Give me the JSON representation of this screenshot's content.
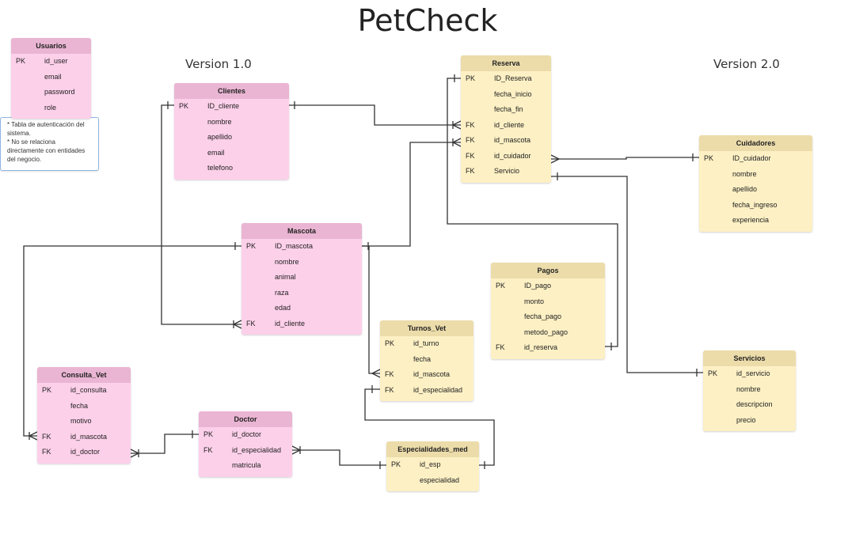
{
  "title": "PetCheck",
  "version_1": "Version 1.0",
  "version_2": "Version 2.0",
  "note_lines": [
    "* Tabla de autenticación del sistema.",
    "* No se relaciona directamente con entidades del negocio."
  ],
  "colors": {
    "pink_body": "#fdd0ea",
    "pink_header": "#eab5d3",
    "yellow_body": "#fdf0c4",
    "yellow_header": "#ecdcaa",
    "line": "#333333"
  },
  "entities": {
    "usuarios": {
      "name": "Usuarios",
      "rows": [
        {
          "key": "PK",
          "field": "id_user"
        },
        {
          "key": "",
          "field": "email"
        },
        {
          "key": "",
          "field": "password"
        },
        {
          "key": "",
          "field": "role"
        }
      ]
    },
    "clientes": {
      "name": "Clientes",
      "rows": [
        {
          "key": "PK",
          "field": "ID_cliente"
        },
        {
          "key": "",
          "field": "nombre"
        },
        {
          "key": "",
          "field": "apellido"
        },
        {
          "key": "",
          "field": "email"
        },
        {
          "key": "",
          "field": "telefono"
        }
      ]
    },
    "mascota": {
      "name": "Mascota",
      "rows": [
        {
          "key": "PK",
          "field": "ID_mascota"
        },
        {
          "key": "",
          "field": "nombre"
        },
        {
          "key": "",
          "field": "animal"
        },
        {
          "key": "",
          "field": "raza"
        },
        {
          "key": "",
          "field": "edad"
        },
        {
          "key": "FK",
          "field": "id_cliente"
        }
      ]
    },
    "consulta_vet": {
      "name": "Consulta_Vet",
      "rows": [
        {
          "key": "PK",
          "field": "id_consulta"
        },
        {
          "key": "",
          "field": "fecha"
        },
        {
          "key": "",
          "field": "motivo"
        },
        {
          "key": "FK",
          "field": "id_mascota"
        },
        {
          "key": "FK",
          "field": "id_doctor"
        }
      ]
    },
    "doctor": {
      "name": "Doctor",
      "rows": [
        {
          "key": "PK",
          "field": "id_doctor"
        },
        {
          "key": "FK",
          "field": "id_especialidad"
        },
        {
          "key": "",
          "field": "matricula"
        }
      ]
    },
    "turnos_vet": {
      "name": "Turnos_Vet",
      "rows": [
        {
          "key": "PK",
          "field": "id_turno"
        },
        {
          "key": "",
          "field": "fecha"
        },
        {
          "key": "FK",
          "field": "id_mascota"
        },
        {
          "key": "FK",
          "field": "id_especialidad"
        }
      ]
    },
    "especialidades_med": {
      "name": "Especialidades_med",
      "rows": [
        {
          "key": "PK",
          "field": "id_esp"
        },
        {
          "key": "",
          "field": "especialidad"
        }
      ]
    },
    "reserva": {
      "name": "Reserva",
      "rows": [
        {
          "key": "PK",
          "field": "ID_Reserva"
        },
        {
          "key": "",
          "field": "fecha_inicio"
        },
        {
          "key": "",
          "field": "fecha_fin"
        },
        {
          "key": "FK",
          "field": "id_cliente"
        },
        {
          "key": "FK",
          "field": "id_mascota"
        },
        {
          "key": "FK",
          "field": "id_cuidador"
        },
        {
          "key": "FK",
          "field": "Servicio"
        }
      ]
    },
    "cuidadores": {
      "name": "Cuidadores",
      "rows": [
        {
          "key": "PK",
          "field": "ID_cuidador"
        },
        {
          "key": "",
          "field": "nombre"
        },
        {
          "key": "",
          "field": "apellido"
        },
        {
          "key": "",
          "field": "fecha_ingreso"
        },
        {
          "key": "",
          "field": "experiencia"
        }
      ]
    },
    "pagos": {
      "name": "Pagos",
      "rows": [
        {
          "key": "PK",
          "field": "ID_pago"
        },
        {
          "key": "",
          "field": "monto"
        },
        {
          "key": "",
          "field": "fecha_pago"
        },
        {
          "key": "",
          "field": "metodo_pago"
        },
        {
          "key": "FK",
          "field": "id_reserva"
        }
      ]
    },
    "servicios": {
      "name": "Servicios",
      "rows": [
        {
          "key": "PK",
          "field": "id_servicio"
        },
        {
          "key": "",
          "field": "nombre"
        },
        {
          "key": "",
          "field": "descripcion"
        },
        {
          "key": "",
          "field": "precio"
        }
      ]
    }
  }
}
